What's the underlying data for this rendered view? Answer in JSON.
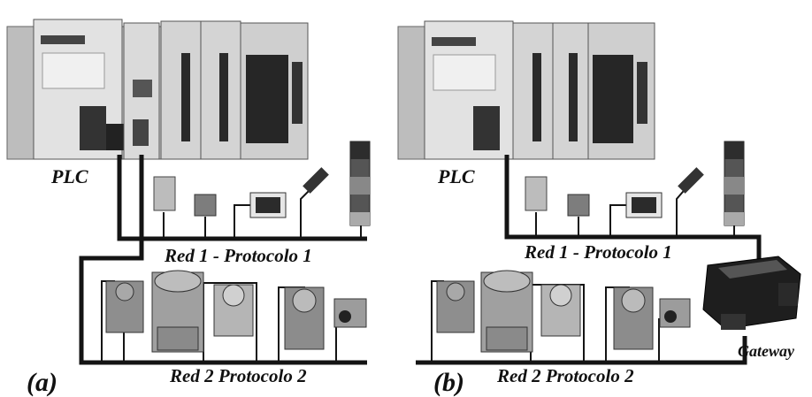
{
  "labels": {
    "plc_a": "PLC",
    "plc_b": "PLC",
    "red1_a": "Red 1 - Protocolo 1",
    "red1_b": "Red 1 - Protocolo 1",
    "red2_a": "Red 2 Protocolo 2",
    "red2_b": "Red 2 Protocolo 2",
    "panel_a": "(a)",
    "panel_b": "(b)",
    "gateway": "Gateway"
  },
  "colors": {
    "cable": "#141414",
    "plc_body": "#d8d8d8",
    "plc_dark": "#2a2a2a",
    "device_gray": "#9a9a9a"
  }
}
